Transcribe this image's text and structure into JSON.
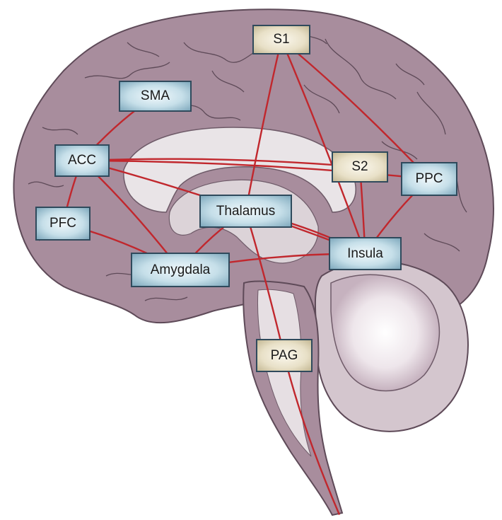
{
  "diagram": {
    "regions": {
      "s1": "S1",
      "sma": "SMA",
      "acc": "ACC",
      "s2": "S2",
      "ppc": "PPC",
      "pfc": "PFC",
      "thalamus": "Thalamus",
      "insula": "Insula",
      "amygdala": "Amygdala",
      "pag": "PAG"
    },
    "connections": [
      [
        "s1",
        "thalamus"
      ],
      [
        "s1",
        "ppc"
      ],
      [
        "s1",
        "insula"
      ],
      [
        "sma",
        "acc"
      ],
      [
        "acc",
        "pfc"
      ],
      [
        "acc",
        "s2"
      ],
      [
        "acc",
        "ppc"
      ],
      [
        "acc",
        "amygdala"
      ],
      [
        "acc",
        "insula"
      ],
      [
        "pfc",
        "amygdala"
      ],
      [
        "s2",
        "insula"
      ],
      [
        "ppc",
        "insula"
      ],
      [
        "thalamus",
        "amygdala"
      ],
      [
        "thalamus",
        "insula"
      ],
      [
        "amygdala",
        "insula"
      ],
      [
        "thalamus",
        "pag"
      ]
    ],
    "colors": {
      "brain": "#a88d9d",
      "brain_outline": "#5e4a58",
      "cerebellum": "#e6dde3",
      "ventricle": "#e9e4e7",
      "connection": "#c1272d",
      "region_box": "#b9d7e3",
      "region_box_tan": "#e4dcc4"
    }
  }
}
